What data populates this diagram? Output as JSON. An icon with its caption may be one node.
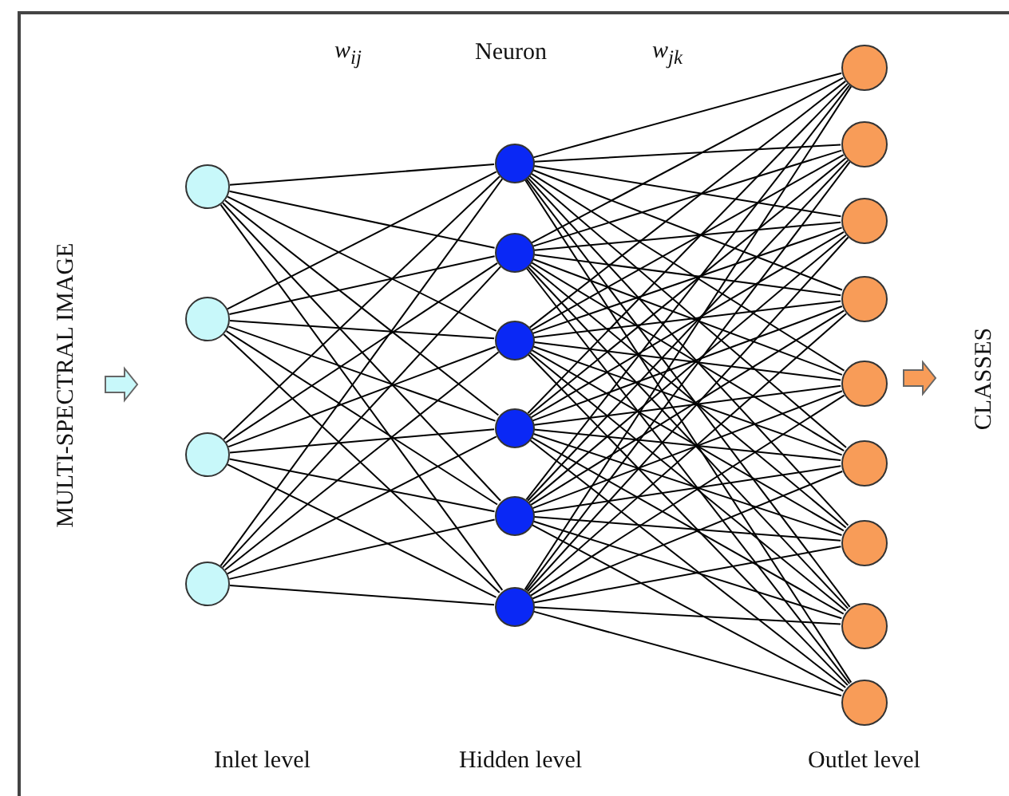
{
  "diagram": {
    "nodes": [
      {
        "text": [],
        "shape": "circle"
      },
      {
        "text": [],
        "shape": "circle"
      },
      {
        "text": [],
        "shape": "circle"
      },
      {
        "text": [],
        "shape": "circle"
      },
      {
        "text": [],
        "shape": "circle"
      },
      {
        "text": [],
        "shape": "circle"
      },
      {
        "text": [],
        "shape": "circle"
      },
      {
        "text": [],
        "shape": "circle"
      },
      {
        "text": [],
        "shape": "circle"
      },
      {
        "text": [],
        "shape": "circle"
      },
      {
        "text": [],
        "shape": "circle"
      },
      {
        "text": [],
        "shape": "circle"
      },
      {
        "text": [],
        "shape": "circle"
      },
      {
        "text": [],
        "shape": "circle"
      },
      {
        "text": [],
        "shape": "circle"
      },
      {
        "text": [],
        "shape": "circle"
      },
      {
        "text": [],
        "shape": "circle"
      },
      {
        "text": [],
        "shape": "circle"
      },
      {
        "text": [],
        "shape": "circle"
      }
    ],
    "edges": [
      {
        "from": 0,
        "to": 4,
        "arrow": "none"
      },
      {
        "from": 0,
        "to": 5,
        "arrow": "none"
      },
      {
        "from": 0,
        "to": 6,
        "arrow": "none"
      },
      {
        "from": 0,
        "to": 7,
        "arrow": "none"
      },
      {
        "from": 0,
        "to": 8,
        "arrow": "none"
      },
      {
        "from": 0,
        "to": 9,
        "arrow": "none"
      },
      {
        "from": 1,
        "to": 4,
        "arrow": "none"
      },
      {
        "from": 1,
        "to": 5,
        "arrow": "none"
      },
      {
        "from": 1,
        "to": 6,
        "arrow": "none"
      },
      {
        "from": 1,
        "to": 7,
        "arrow": "none"
      },
      {
        "from": 1,
        "to": 8,
        "arrow": "none"
      },
      {
        "from": 1,
        "to": 9,
        "arrow": "none"
      },
      {
        "from": 2,
        "to": 4,
        "arrow": "none"
      },
      {
        "from": 2,
        "to": 5,
        "arrow": "none"
      },
      {
        "from": 2,
        "to": 6,
        "arrow": "none"
      },
      {
        "from": 2,
        "to": 7,
        "arrow": "none"
      },
      {
        "from": 2,
        "to": 8,
        "arrow": "none"
      },
      {
        "from": 2,
        "to": 9,
        "arrow": "none"
      },
      {
        "from": 3,
        "to": 4,
        "arrow": "none"
      },
      {
        "from": 3,
        "to": 5,
        "arrow": "none"
      },
      {
        "from": 3,
        "to": 6,
        "arrow": "none"
      },
      {
        "from": 3,
        "to": 7,
        "arrow": "none"
      },
      {
        "from": 3,
        "to": 8,
        "arrow": "none"
      },
      {
        "from": 3,
        "to": 9,
        "arrow": "none"
      },
      {
        "from": 4,
        "to": 10,
        "arrow": "none"
      },
      {
        "from": 4,
        "to": 11,
        "arrow": "none"
      },
      {
        "from": 4,
        "to": 12,
        "arrow": "none"
      },
      {
        "from": 4,
        "to": 13,
        "arrow": "none"
      },
      {
        "from": 4,
        "to": 14,
        "arrow": "none"
      },
      {
        "from": 4,
        "to": 15,
        "arrow": "none"
      },
      {
        "from": 4,
        "to": 16,
        "arrow": "none"
      },
      {
        "from": 4,
        "to": 17,
        "arrow": "none"
      },
      {
        "from": 4,
        "to": 18,
        "arrow": "none"
      },
      {
        "from": 5,
        "to": 10,
        "arrow": "none"
      },
      {
        "from": 5,
        "to": 11,
        "arrow": "none"
      },
      {
        "from": 5,
        "to": 12,
        "arrow": "none"
      },
      {
        "from": 5,
        "to": 13,
        "arrow": "none"
      },
      {
        "from": 5,
        "to": 14,
        "arrow": "none"
      },
      {
        "from": 5,
        "to": 15,
        "arrow": "none"
      },
      {
        "from": 5,
        "to": 16,
        "arrow": "none"
      },
      {
        "from": 5,
        "to": 17,
        "arrow": "none"
      },
      {
        "from": 5,
        "to": 18,
        "arrow": "none"
      },
      {
        "from": 6,
        "to": 10,
        "arrow": "none"
      },
      {
        "from": 6,
        "to": 11,
        "arrow": "none"
      },
      {
        "from": 6,
        "to": 12,
        "arrow": "none"
      },
      {
        "from": 6,
        "to": 13,
        "arrow": "none"
      },
      {
        "from": 6,
        "to": 14,
        "arrow": "none"
      },
      {
        "from": 6,
        "to": 15,
        "arrow": "none"
      },
      {
        "from": 6,
        "to": 16,
        "arrow": "none"
      },
      {
        "from": 6,
        "to": 17,
        "arrow": "none"
      },
      {
        "from": 6,
        "to": 18,
        "arrow": "none"
      },
      {
        "from": 7,
        "to": 10,
        "arrow": "none"
      },
      {
        "from": 7,
        "to": 11,
        "arrow": "none"
      },
      {
        "from": 7,
        "to": 12,
        "arrow": "none"
      },
      {
        "from": 7,
        "to": 13,
        "arrow": "none"
      },
      {
        "from": 7,
        "to": 14,
        "arrow": "none"
      },
      {
        "from": 7,
        "to": 15,
        "arrow": "none"
      },
      {
        "from": 7,
        "to": 16,
        "arrow": "none"
      },
      {
        "from": 7,
        "to": 17,
        "arrow": "none"
      },
      {
        "from": 7,
        "to": 18,
        "arrow": "none"
      },
      {
        "from": 8,
        "to": 10,
        "arrow": "none"
      },
      {
        "from": 8,
        "to": 11,
        "arrow": "none"
      },
      {
        "from": 8,
        "to": 12,
        "arrow": "none"
      },
      {
        "from": 8,
        "to": 13,
        "arrow": "none"
      },
      {
        "from": 8,
        "to": 14,
        "arrow": "none"
      },
      {
        "from": 8,
        "to": 15,
        "arrow": "none"
      },
      {
        "from": 8,
        "to": 16,
        "arrow": "none"
      },
      {
        "from": 8,
        "to": 17,
        "arrow": "none"
      },
      {
        "from": 8,
        "to": 18,
        "arrow": "none"
      },
      {
        "from": 9,
        "to": 10,
        "arrow": "none"
      },
      {
        "from": 9,
        "to": 11,
        "arrow": "none"
      },
      {
        "from": 9,
        "to": 12,
        "arrow": "none"
      },
      {
        "from": 9,
        "to": 13,
        "arrow": "none"
      },
      {
        "from": 9,
        "to": 14,
        "arrow": "none"
      },
      {
        "from": 9,
        "to": 15,
        "arrow": "none"
      },
      {
        "from": 9,
        "to": 16,
        "arrow": "none"
      },
      {
        "from": 9,
        "to": 17,
        "arrow": "none"
      },
      {
        "from": 9,
        "to": 18,
        "arrow": "none"
      }
    ],
    "labels": [
      "w$_{ij}$",
      "Neuron",
      "w$_{jk}$",
      "MULTI-SPECTRAL IMAGE",
      "CLASSES",
      "Inlet level",
      "Hidden level",
      "Outlet level"
    ]
  }
}
